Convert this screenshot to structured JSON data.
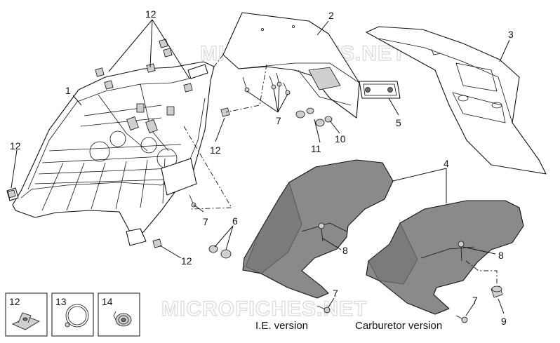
{
  "watermarks": [
    "MICROFICHES.NET",
    "MICROFICHES.NET"
  ],
  "captions": {
    "ie_version": "I.E. version",
    "carburetor_version": "Carburetor version"
  },
  "callouts": {
    "c12_top": "12",
    "c1": "1",
    "c2": "2",
    "c3": "3",
    "c12_left": "12",
    "c12_mid": "12",
    "c7_center": "7",
    "c5": "5",
    "c10": "10",
    "c11": "11",
    "c4": "4",
    "c7_mid": "7",
    "c6": "6",
    "c12_bottom": "12",
    "c8_left": "8",
    "c8_right": "8",
    "c7_ie": "7",
    "c7_carb": "7",
    "c9": "9"
  },
  "legend_boxes": [
    {
      "number": "12",
      "icon": "clip-nut-icon"
    },
    {
      "number": "13",
      "icon": "hose-clamp-icon"
    },
    {
      "number": "14",
      "icon": "grommet-icon"
    }
  ]
}
